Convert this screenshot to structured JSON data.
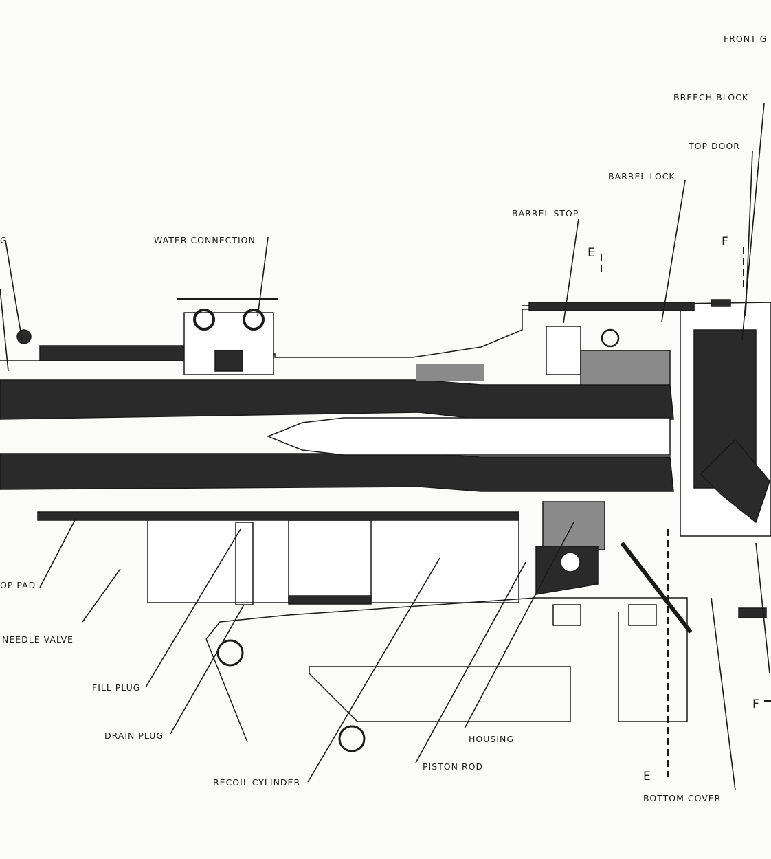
{
  "title": "Cutaway view of gun barrel, recoil and breech mechanism",
  "labels": {
    "front_guard": "FRONT G",
    "breech_block": "BREECH BLOCK",
    "top_door": "TOP DOOR",
    "barrel_lock": "BARREL LOCK",
    "barrel_stop": "BARREL STOP",
    "water_connection": "WATER CONNECTION",
    "left_cut": "G",
    "stop_pad": "OP PAD",
    "needle_valve": "NEEDLE VALVE",
    "fill_plug": "FILL PLUG",
    "drain_plug": "DRAIN PLUG",
    "recoil_cylinder": "RECOIL CYLINDER",
    "piston_rod": "PISTON ROD",
    "housing": "HOUSING",
    "bottom_cover": "BOTTOM COVER"
  },
  "section_marks": {
    "e_top": "E",
    "e_bottom": "E",
    "f_top": "F",
    "f_bottom": "F"
  },
  "colors": {
    "ink": "#1a1a1a",
    "fill_dark": "#2a2a2a",
    "fill_grey": "#8a8a8a",
    "paper": "#fbfbf9"
  }
}
